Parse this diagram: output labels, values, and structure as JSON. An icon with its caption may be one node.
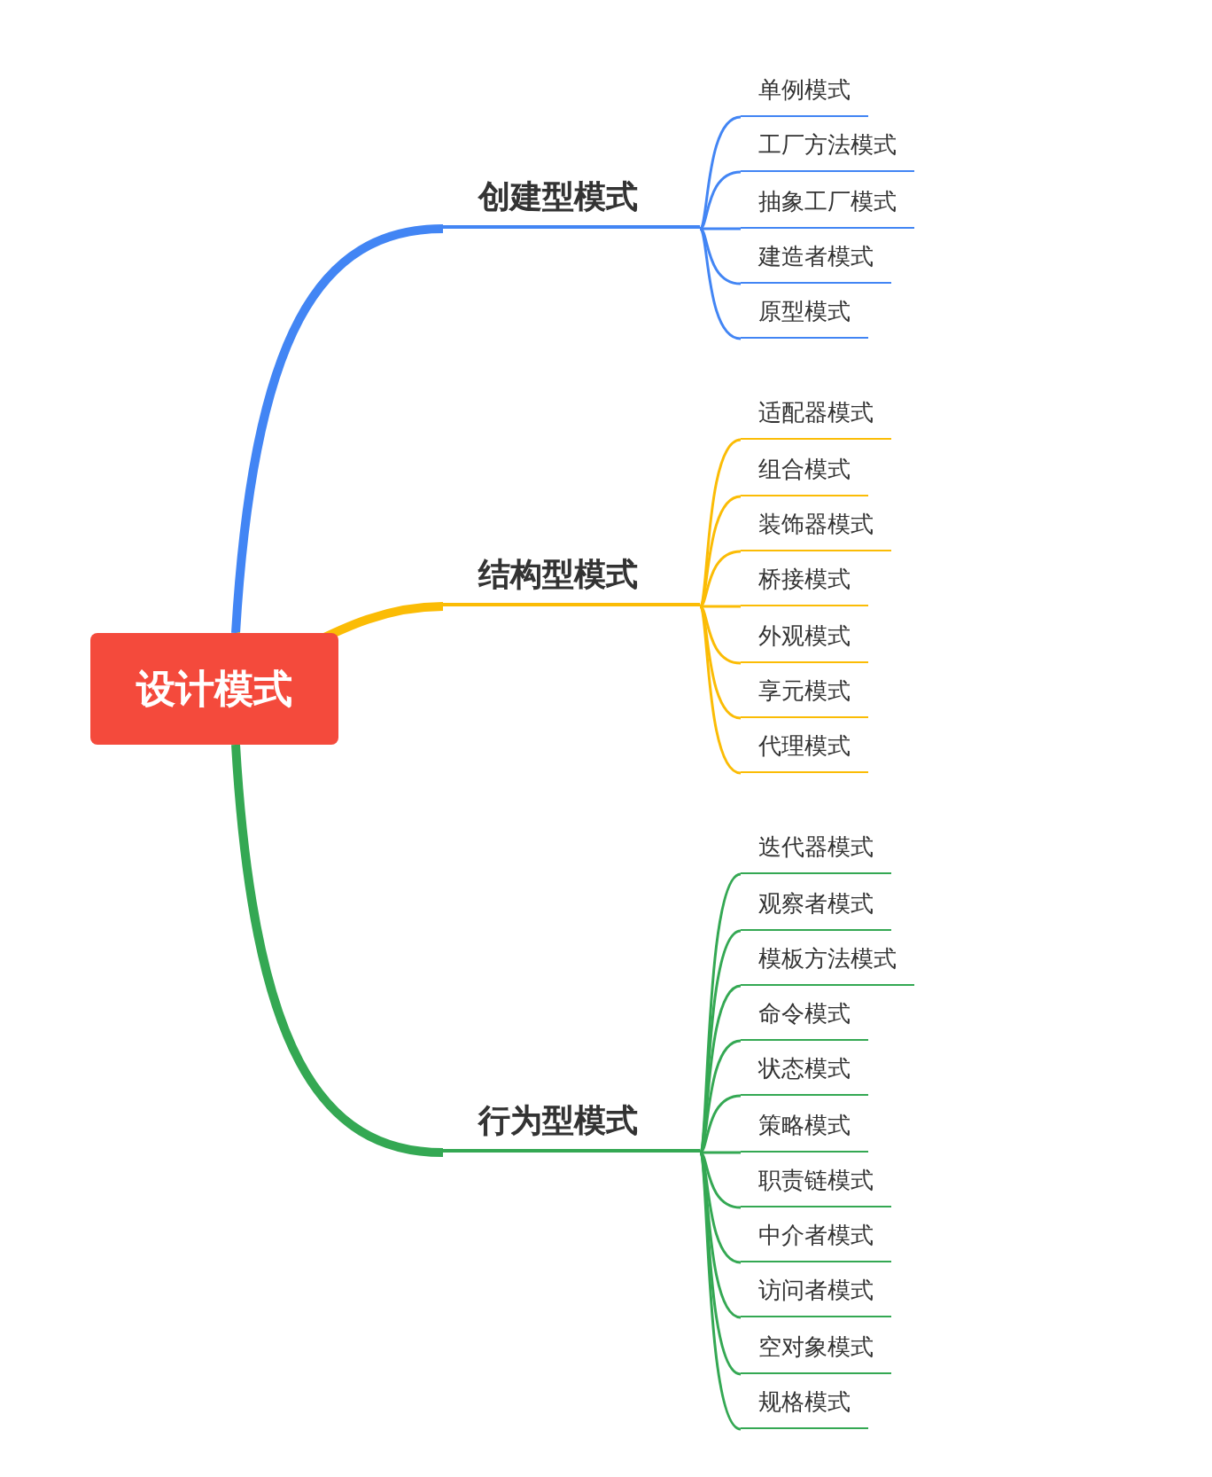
{
  "diagram": {
    "nodes": [
      {
        "text": [
          "设计模式"
        ]
      },
      {
        "text": [
          "创建型模式"
        ]
      },
      {
        "text": [
          "单例模式"
        ]
      },
      {
        "text": [
          "工厂方法模式"
        ]
      },
      {
        "text": [
          "抽象工厂模式"
        ]
      },
      {
        "text": [
          "建造者模式"
        ]
      },
      {
        "text": [
          "原型模式"
        ]
      },
      {
        "text": [
          "结构型模式"
        ]
      },
      {
        "text": [
          "适配器模式"
        ]
      },
      {
        "text": [
          "组合模式"
        ]
      },
      {
        "text": [
          "装饰器模式"
        ]
      },
      {
        "text": [
          "桥接模式"
        ]
      },
      {
        "text": [
          "外观模式"
        ]
      },
      {
        "text": [
          "享元模式"
        ]
      },
      {
        "text": [
          "代理模式"
        ]
      },
      {
        "text": [
          "行为型模式"
        ]
      },
      {
        "text": [
          "迭代器模式"
        ]
      },
      {
        "text": [
          "观察者模式"
        ]
      },
      {
        "text": [
          "模板方法模式"
        ]
      },
      {
        "text": [
          "命令模式"
        ]
      },
      {
        "text": [
          "状态模式"
        ]
      },
      {
        "text": [
          "策略模式"
        ]
      },
      {
        "text": [
          "职责链模式"
        ]
      },
      {
        "text": [
          "中介者模式"
        ]
      },
      {
        "text": [
          "访问者模式"
        ]
      },
      {
        "text": [
          "空对象模式"
        ]
      },
      {
        "text": [
          "规格模式"
        ]
      }
    ],
    "edges": [
      {
        "from": 0,
        "to": 1,
        "arrow": "none",
        "style": "thick",
        "color": "#4285f4"
      },
      {
        "from": 1,
        "to": 2,
        "arrow": "none",
        "color": "#4285f4"
      },
      {
        "from": 1,
        "to": 3,
        "arrow": "none",
        "color": "#4285f4"
      },
      {
        "from": 1,
        "to": 4,
        "arrow": "none",
        "color": "#4285f4"
      },
      {
        "from": 1,
        "to": 5,
        "arrow": "none",
        "color": "#4285f4"
      },
      {
        "from": 1,
        "to": 6,
        "arrow": "none",
        "color": "#4285f4"
      },
      {
        "from": 0,
        "to": 7,
        "arrow": "none",
        "style": "thick",
        "color": "#fbbc05"
      },
      {
        "from": 7,
        "to": 8,
        "arrow": "none",
        "color": "#fbbc05"
      },
      {
        "from": 7,
        "to": 9,
        "arrow": "none",
        "color": "#fbbc05"
      },
      {
        "from": 7,
        "to": 10,
        "arrow": "none",
        "color": "#fbbc05"
      },
      {
        "from": 7,
        "to": 11,
        "arrow": "none",
        "color": "#fbbc05"
      },
      {
        "from": 7,
        "to": 12,
        "arrow": "none",
        "color": "#fbbc05"
      },
      {
        "from": 7,
        "to": 13,
        "arrow": "none",
        "color": "#fbbc05"
      },
      {
        "from": 7,
        "to": 14,
        "arrow": "none",
        "color": "#fbbc05"
      },
      {
        "from": 0,
        "to": 15,
        "arrow": "none",
        "style": "thick"
      },
      {
        "from": 15,
        "to": 16,
        "arrow": "none"
      },
      {
        "from": 15,
        "to": 17,
        "arrow": "none"
      },
      {
        "from": 15,
        "to": 18,
        "arrow": "none"
      },
      {
        "from": 15,
        "to": 19,
        "arrow": "none"
      },
      {
        "from": 15,
        "to": 20,
        "arrow": "none"
      },
      {
        "from": 15,
        "to": 21,
        "arrow": "none"
      },
      {
        "from": 15,
        "to": 22,
        "arrow": "none"
      },
      {
        "from": 15,
        "to": 23,
        "arrow": "none"
      },
      {
        "from": 15,
        "to": 24,
        "arrow": "none"
      },
      {
        "from": 15,
        "to": 25,
        "arrow": "none"
      },
      {
        "from": 15,
        "to": 26,
        "arrow": "none"
      }
    ]
  }
}
